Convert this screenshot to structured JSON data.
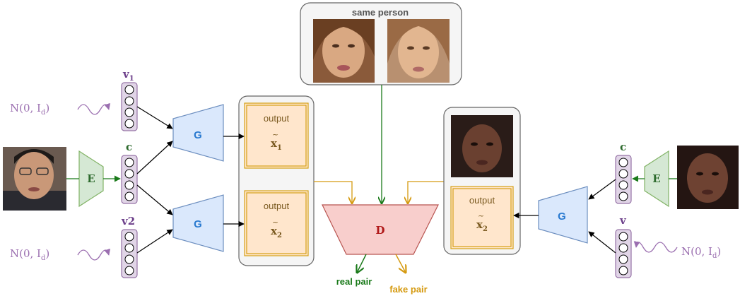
{
  "photo_group_label": "same person",
  "noise_label": "N(0, I",
  "noise_sub": "d",
  "noise_close": ")",
  "vector_v1_main": "v",
  "vector_v1_sub": "1",
  "vector_c": "c",
  "vector_v2": "v2",
  "vector_v": "v",
  "encoder_label": "E",
  "generator_label": "G",
  "discriminator_label": "D",
  "output_label": "output",
  "x_main": "x",
  "x1_sub": "1",
  "x2_sub": "2",
  "real_pair_label": "real pair",
  "fake_pair_label": "fake pair",
  "colors": {
    "noise_purple": "#9b6fb0",
    "vector_fill": "#e1d5e7",
    "vector_stroke": "#9673a6",
    "encoder_fill": "#d5e8d4",
    "encoder_stroke": "#82b366",
    "generator_fill": "#dae8fc",
    "generator_stroke": "#6c8ebf",
    "output_fill": "#ffe6cc",
    "output_stroke": "#d6a016",
    "disc_fill": "#f8cecc",
    "disc_stroke": "#b85450",
    "group_fill": "#f5f5f5",
    "group_stroke": "#666666",
    "real_green": "#1a7a1a",
    "fake_orange": "#d59a10"
  }
}
